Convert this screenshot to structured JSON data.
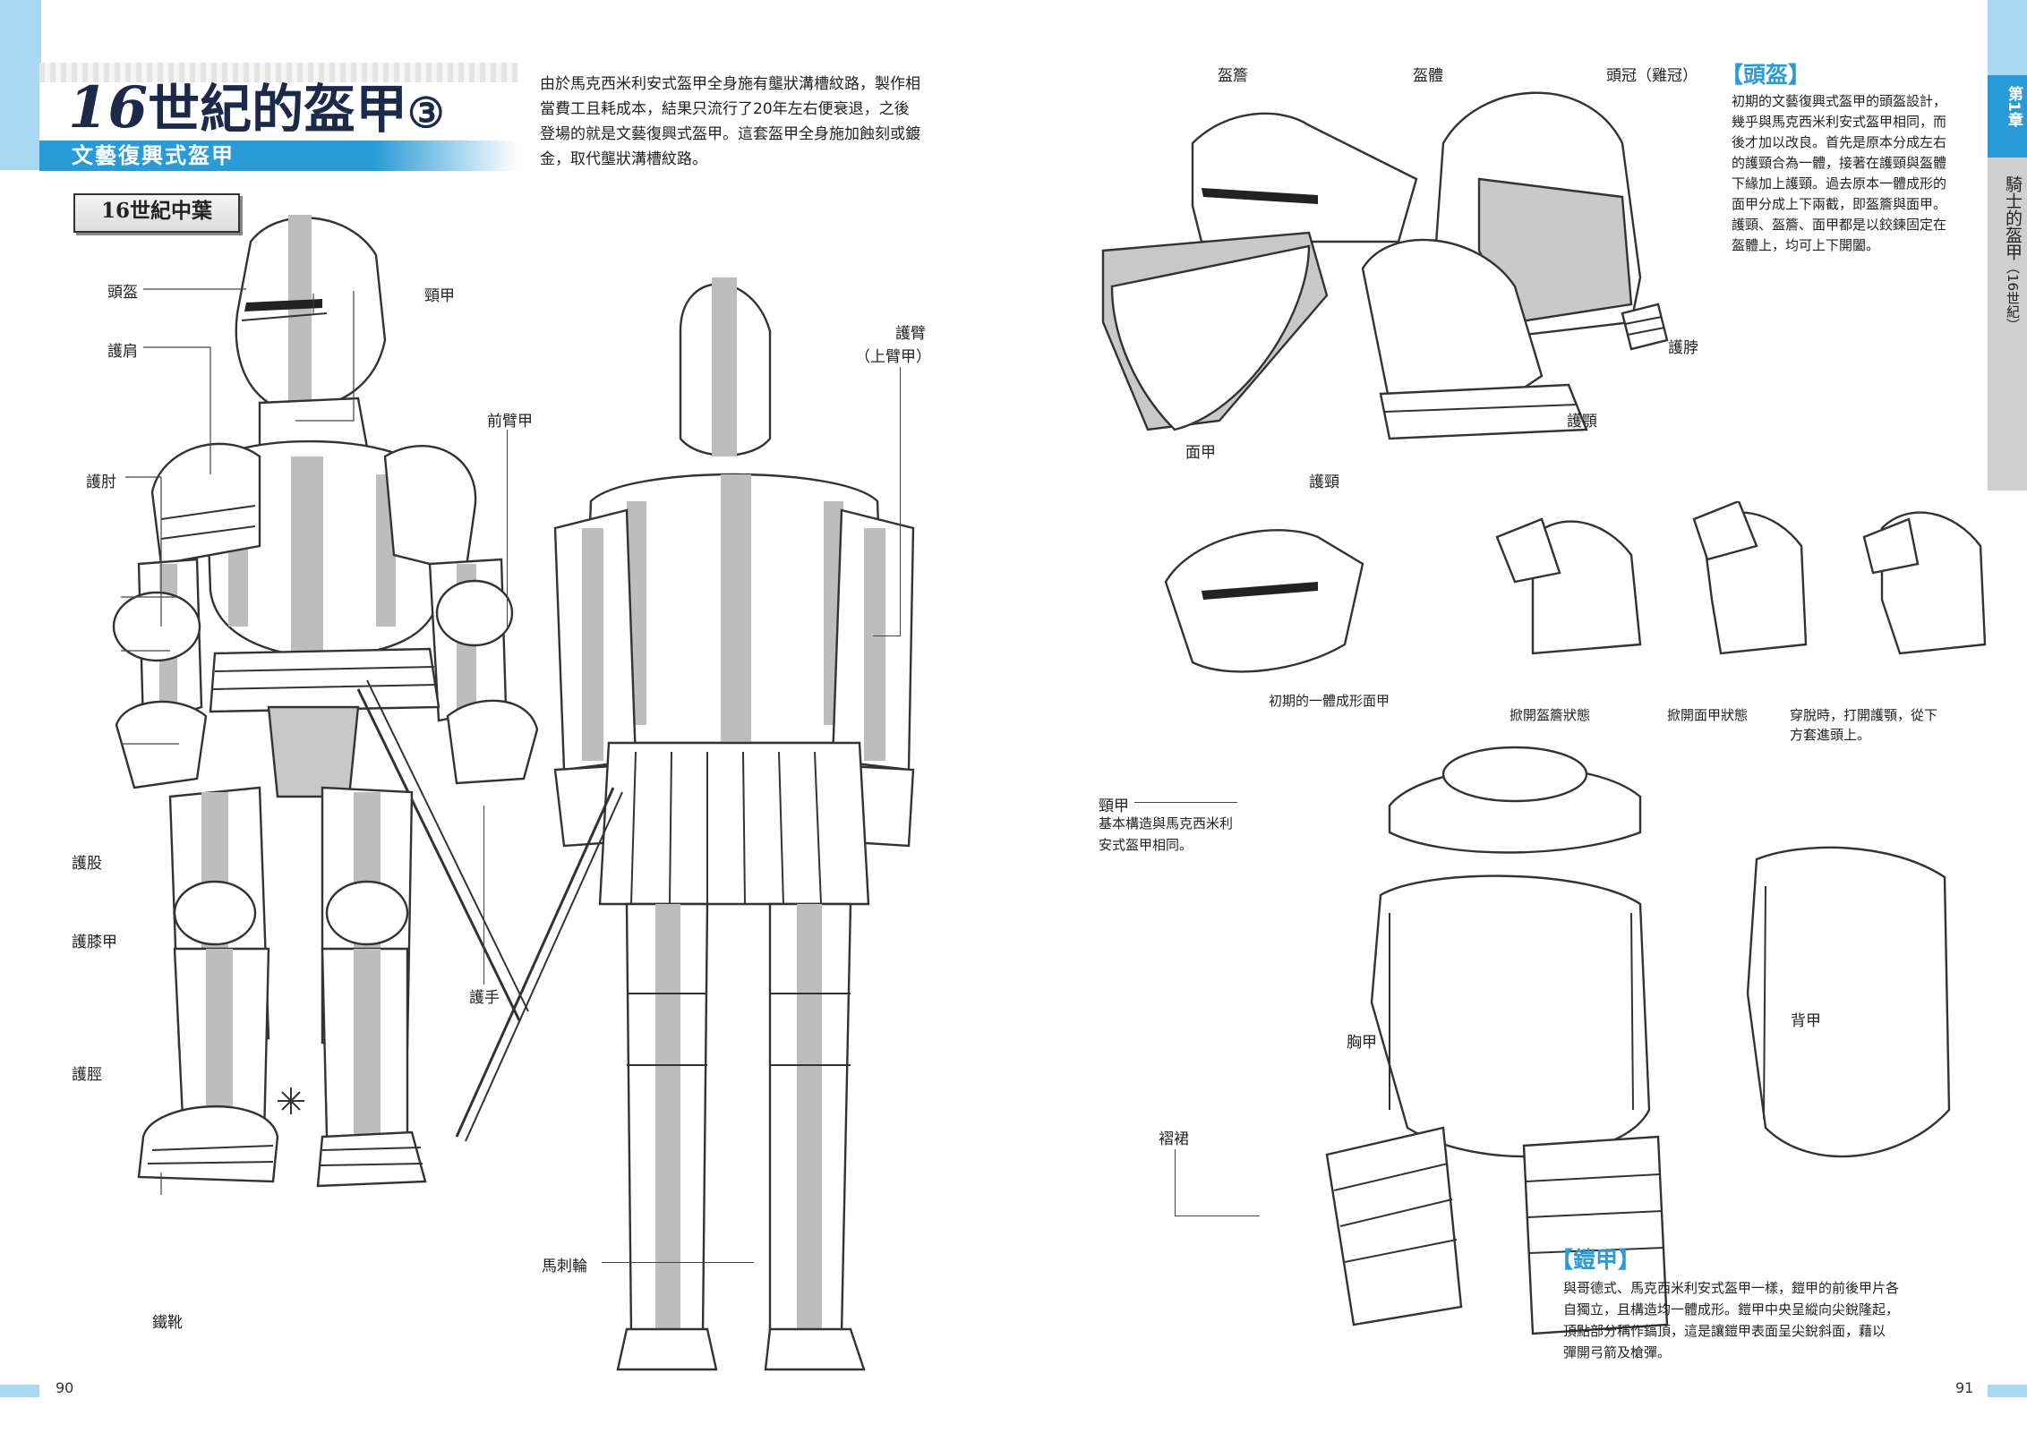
{
  "left": {
    "title_num": "16",
    "title_text": "世紀的盔甲",
    "title_circle": "③",
    "subtitle": "文藝復興式盔甲",
    "period_badge": "16世紀中葉",
    "intro_lines": [
      "由於馬克西米利安式盔甲全身施有壟狀溝槽紋路，製作相",
      "當費工且耗成本，結果只流行了20年左右便衰退，之後",
      "登場的就是文藝復興式盔甲。這套盔甲全身施加蝕刻或鍍",
      "金，取代壟狀溝槽紋路。"
    ],
    "labels": {
      "helmet": "頭盔",
      "neck": "頸甲",
      "pauldron": "護肩",
      "vambrace": "前臂甲",
      "couter": "護肘",
      "rerebrace_line1": "護臂",
      "rerebrace_line2": "（上臂甲）",
      "cuisse": "護股",
      "poleyn": "護膝甲",
      "gauntlet": "護手",
      "greave": "護脛",
      "spur": "馬刺輪",
      "sabaton": "鐵靴"
    },
    "page_number": "90"
  },
  "right": {
    "helmet_heading": "【頭盔】",
    "helmet_text_lines": [
      "初期的文藝復興式盔甲的頭盔設計，",
      "幾乎與馬克西米利安式盔甲相同，而",
      "後才加以改良。首先是原本分成左右",
      "的護頸合為一體，接著在護頸與盔體",
      "下緣加上護頸。過去原本一體成形的",
      "面甲分成上下兩截，即盔簷與面甲。",
      "護頸、盔簷、面甲都是以鉸鍊固定在",
      "盔體上，均可上下開闔。"
    ],
    "helmet_labels": {
      "visor": "盔簷",
      "skull": "盔體",
      "comb": "頭冠（雞冠）",
      "bevor": "面甲",
      "neck_guard": "護脖",
      "gorget_low": "護頸",
      "chin": "護顎"
    },
    "helmet_states": [
      "初期的一體成形面甲",
      "掀開盔簷狀態",
      "掀開面甲狀態",
      "穿脫時，打開護顎，從下",
      "方套進頭上。"
    ],
    "gorget_label": "頸甲",
    "gorget_text_lines": [
      "基本構造與馬克西米利",
      "安式盔甲相同。"
    ],
    "breastplate": "胸甲",
    "backplate": "背甲",
    "tasset": "褶裙",
    "cuirass_heading": "【鎧甲】",
    "cuirass_text_lines": [
      "與哥德式、馬克西米利安式盔甲一樣，鎧甲的前後甲片各",
      "自獨立，且構造均一體成形。鎧甲中央呈縱向尖銳隆起，",
      "頂點部分稱作鎬頂，這是讓鎧甲表面呈尖銳斜面，藉以",
      "彈開弓箭及槍彈。"
    ],
    "chapter_tab_top": "第1章",
    "chapter_tab_title": "騎士的盔甲",
    "chapter_tab_sub": "（16世紀）",
    "page_number": "91"
  },
  "colors": {
    "accent_blue": "#2a9bd6",
    "light_blue": "#a9d9f2",
    "tab_gray": "#cfcfcf"
  }
}
